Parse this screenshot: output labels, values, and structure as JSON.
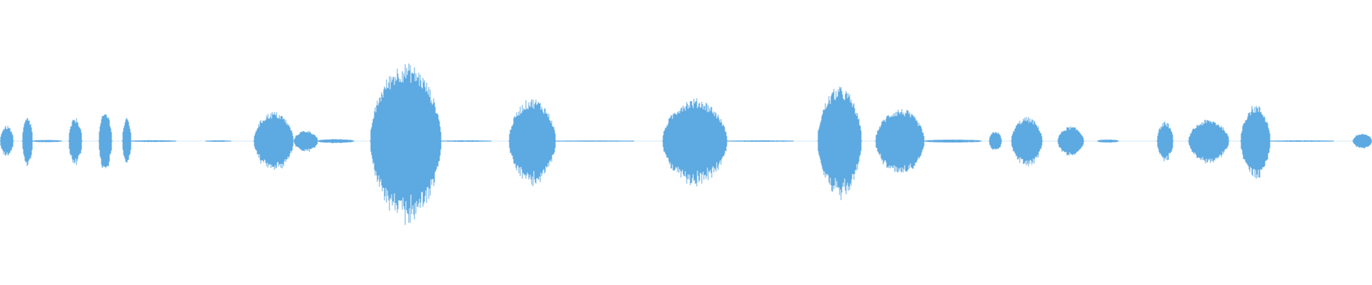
{
  "waveform": {
    "color": "#5DA9E1",
    "background": "#FFFFFF",
    "amplitude_scale": 1.0,
    "duration_fraction_per_segment_note": "",
    "segments": [
      {
        "start": 0.0,
        "end": 0.01,
        "peak": 0.2
      },
      {
        "start": 0.016,
        "end": 0.024,
        "peak": 0.31
      },
      {
        "start": 0.05,
        "end": 0.06,
        "peak": 0.3
      },
      {
        "start": 0.072,
        "end": 0.082,
        "peak": 0.38
      },
      {
        "start": 0.089,
        "end": 0.096,
        "peak": 0.3
      },
      {
        "start": 0.185,
        "end": 0.214,
        "peak": 0.38
      },
      {
        "start": 0.214,
        "end": 0.232,
        "peak": 0.14
      },
      {
        "start": 0.27,
        "end": 0.322,
        "peak": 1.0
      },
      {
        "start": 0.371,
        "end": 0.405,
        "peak": 0.55
      },
      {
        "start": 0.483,
        "end": 0.53,
        "peak": 0.55
      },
      {
        "start": 0.596,
        "end": 0.628,
        "peak": 0.7
      },
      {
        "start": 0.638,
        "end": 0.674,
        "peak": 0.42
      },
      {
        "start": 0.721,
        "end": 0.73,
        "peak": 0.13
      },
      {
        "start": 0.737,
        "end": 0.76,
        "peak": 0.31
      },
      {
        "start": 0.771,
        "end": 0.79,
        "peak": 0.19
      },
      {
        "start": 0.843,
        "end": 0.855,
        "peak": 0.25
      },
      {
        "start": 0.866,
        "end": 0.896,
        "peak": 0.28
      },
      {
        "start": 0.904,
        "end": 0.926,
        "peak": 0.47
      },
      {
        "start": 0.986,
        "end": 1.0,
        "peak": 0.1
      }
    ],
    "noise_segments": [
      {
        "start": 0.024,
        "end": 0.045,
        "peak": 0.015
      },
      {
        "start": 0.096,
        "end": 0.128,
        "peak": 0.012
      },
      {
        "start": 0.15,
        "end": 0.168,
        "peak": 0.01
      },
      {
        "start": 0.232,
        "end": 0.258,
        "peak": 0.025
      },
      {
        "start": 0.322,
        "end": 0.358,
        "peak": 0.01
      },
      {
        "start": 0.405,
        "end": 0.462,
        "peak": 0.008
      },
      {
        "start": 0.53,
        "end": 0.578,
        "peak": 0.01
      },
      {
        "start": 0.674,
        "end": 0.715,
        "peak": 0.02
      },
      {
        "start": 0.8,
        "end": 0.815,
        "peak": 0.02
      },
      {
        "start": 0.926,
        "end": 0.972,
        "peak": 0.01
      }
    ]
  }
}
